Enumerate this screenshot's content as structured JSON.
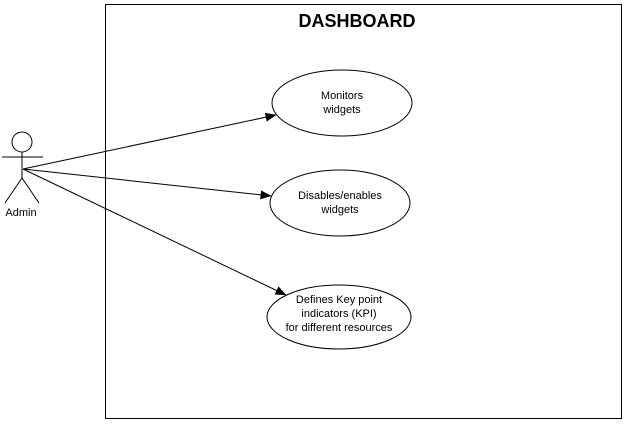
{
  "diagram": {
    "type": "uml-use-case",
    "title": "DASHBOARD",
    "colors": {
      "line": "#000000",
      "text": "#000000",
      "background": "#ffffff"
    },
    "actor": {
      "label": "Admin"
    },
    "usecases": [
      {
        "id": "monitors-widgets",
        "lines": [
          "Monitors",
          "widgets"
        ]
      },
      {
        "id": "disables-enables-widgets",
        "lines": [
          "Disables/enables",
          "widgets"
        ]
      },
      {
        "id": "defines-kpi",
        "lines": [
          "Defines Key point",
          "indicators (KPI)",
          "for different resources"
        ]
      }
    ],
    "associations": [
      {
        "from": "Admin",
        "to": "Monitors widgets"
      },
      {
        "from": "Admin",
        "to": "Disables/enables widgets"
      },
      {
        "from": "Admin",
        "to": "Defines Key point indicators (KPI) for different resources"
      }
    ]
  }
}
